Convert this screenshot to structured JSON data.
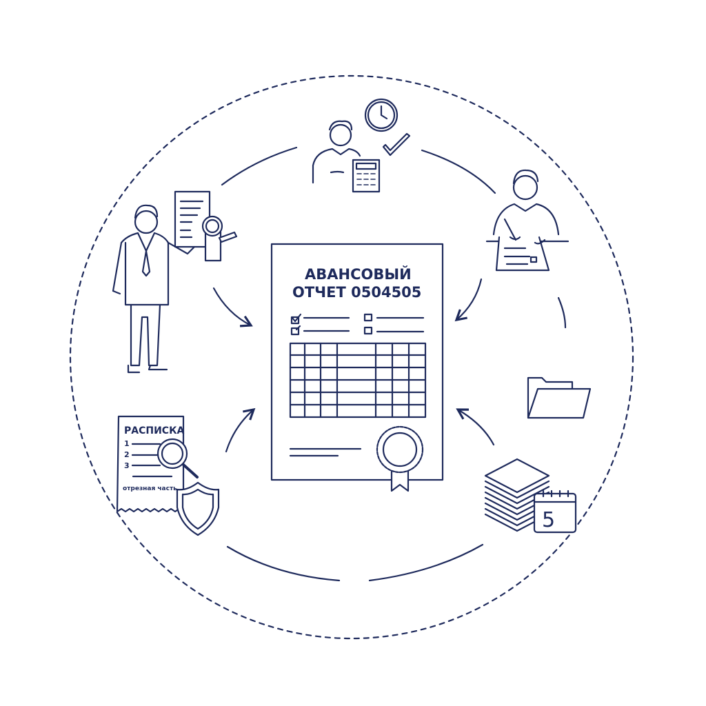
{
  "colors": {
    "ink": "#1e2a5c",
    "background": "#ffffff"
  },
  "document": {
    "title_line1": "АВАНСОВЫЙ",
    "title_line2": "ОТЧЕТ 0504505"
  },
  "receipt": {
    "title": "РАСПИСКА",
    "items": [
      "1",
      "2",
      "3"
    ],
    "footer": "отрезная часть"
  },
  "calendar": {
    "day": "5"
  },
  "icons": [
    "accountant-calculator-icon",
    "clock-icon",
    "checkmark-icon",
    "person-signing-icon",
    "folder-icon",
    "paper-stack-icon",
    "calendar-icon",
    "receipt-icon",
    "magnifier-icon",
    "shield-icon",
    "businessman-presenting-icon",
    "certificate-seal-icon"
  ]
}
